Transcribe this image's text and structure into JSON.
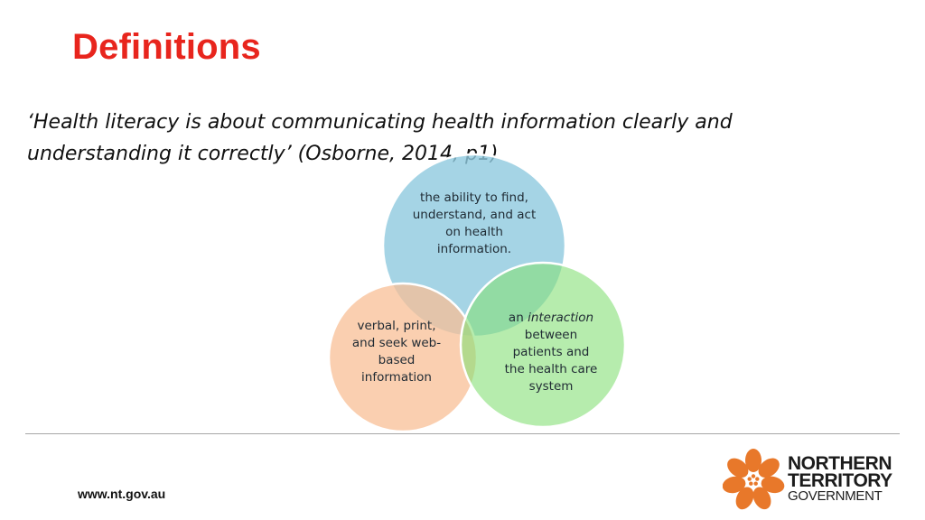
{
  "slide": {
    "title": "Definitions",
    "quote_line1": "‘Health literacy is about communicating health information clearly and",
    "quote_line2": "understanding it correctly’ (Osborne, 2014, p1)"
  },
  "venn": {
    "top": {
      "lines": [
        "the ability to find,",
        "understand, and act",
        "on health",
        "information."
      ],
      "color": "#8ec9de"
    },
    "left": {
      "lines": [
        "verbal, print,",
        "and seek web-",
        "based",
        "information"
      ],
      "color": "#f8bf95"
    },
    "right": {
      "line1_prefix": "an",
      "line1_italic": "interaction",
      "lines": [
        "between",
        "patients and",
        "the health care",
        "system"
      ],
      "color": "#86e077"
    }
  },
  "footer": {
    "url": "www.nt.gov.au",
    "logo": {
      "line1": "NORTHERN",
      "line2": "TERRITORY",
      "line3": "GOVERNMENT",
      "icon": "desert-rose-icon",
      "color": "#e8782a"
    }
  }
}
